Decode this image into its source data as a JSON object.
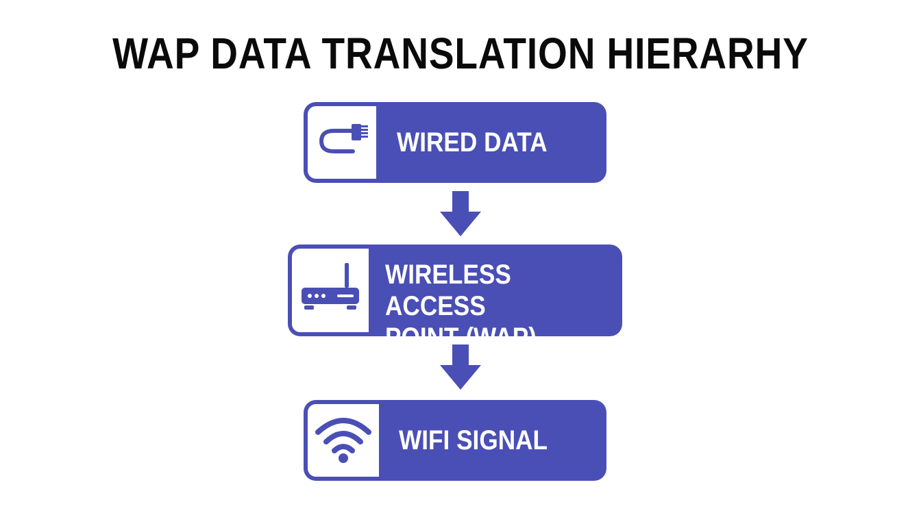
{
  "title": "WAP DATA TRANSLATION HIERARHY",
  "colors": {
    "box_fill": "#4a4fb5",
    "icon_panel": "#ffffff",
    "arrow": "#4a4fb5",
    "title_text": "#0a0a0a"
  },
  "nodes": [
    {
      "label": "WIRED DATA",
      "icon": "ethernet-cable-icon"
    },
    {
      "label": "WIRELESS ACCESS\nPOINT (WAP)",
      "icon": "router-icon"
    },
    {
      "label": "WIFI SIGNAL",
      "icon": "wifi-icon"
    }
  ],
  "connectors": [
    {
      "from": 0,
      "to": 1,
      "type": "down-arrow"
    },
    {
      "from": 1,
      "to": 2,
      "type": "down-arrow"
    }
  ]
}
